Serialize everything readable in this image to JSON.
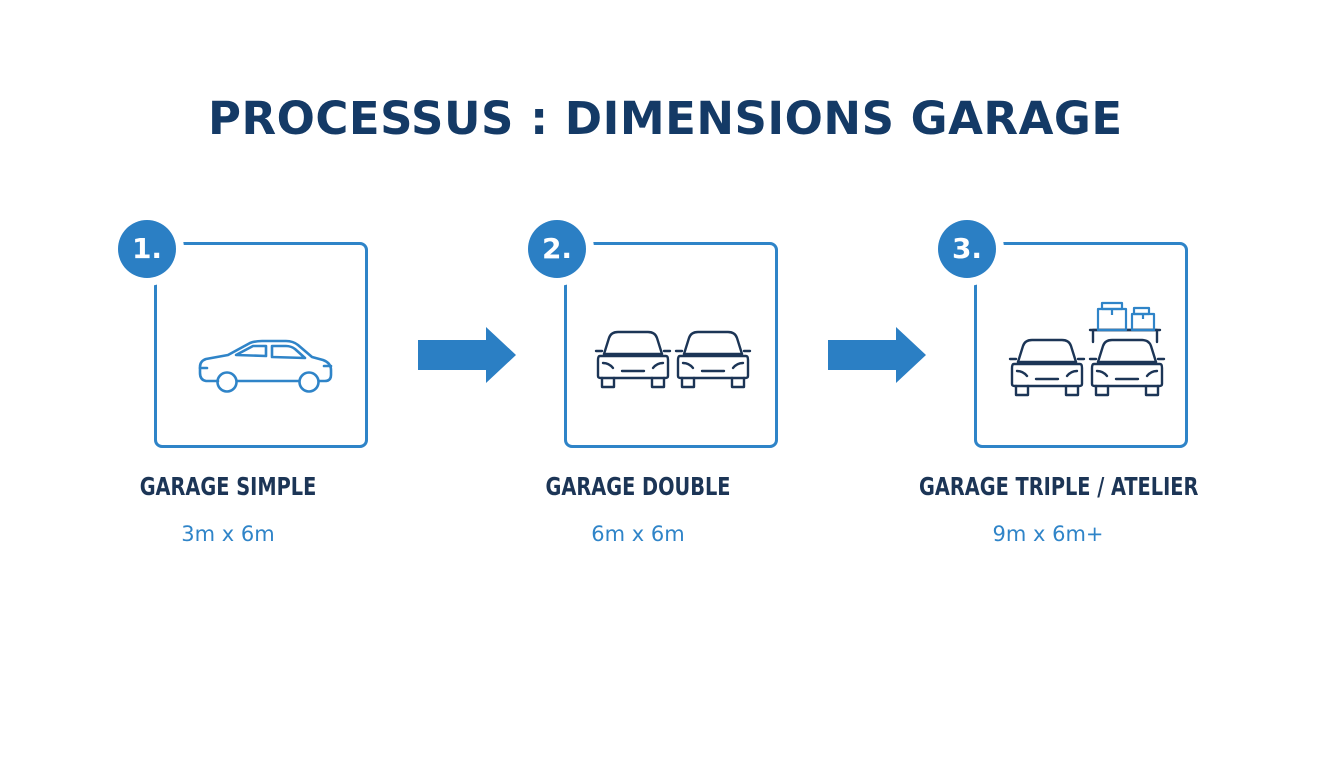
{
  "title": "PROCESSUS : DIMENSIONS GARAGE",
  "colors": {
    "accent": "#2b7fc4",
    "title": "#143a66",
    "label": "#1c3556",
    "dimension": "#2f84c8"
  },
  "steps": [
    {
      "number": "1.",
      "label": "GARAGE SIMPLE",
      "dimensions": "3m x 6m",
      "icon": "car-side-icon"
    },
    {
      "number": "2.",
      "label": "GARAGE DOUBLE",
      "dimensions": "6m x 6m",
      "icon": "two-cars-icon"
    },
    {
      "number": "3.",
      "label": "GARAGE TRIPLE / ATELIER",
      "dimensions": "9m x 6m+",
      "icon": "cars-with-storage-icon"
    }
  ]
}
